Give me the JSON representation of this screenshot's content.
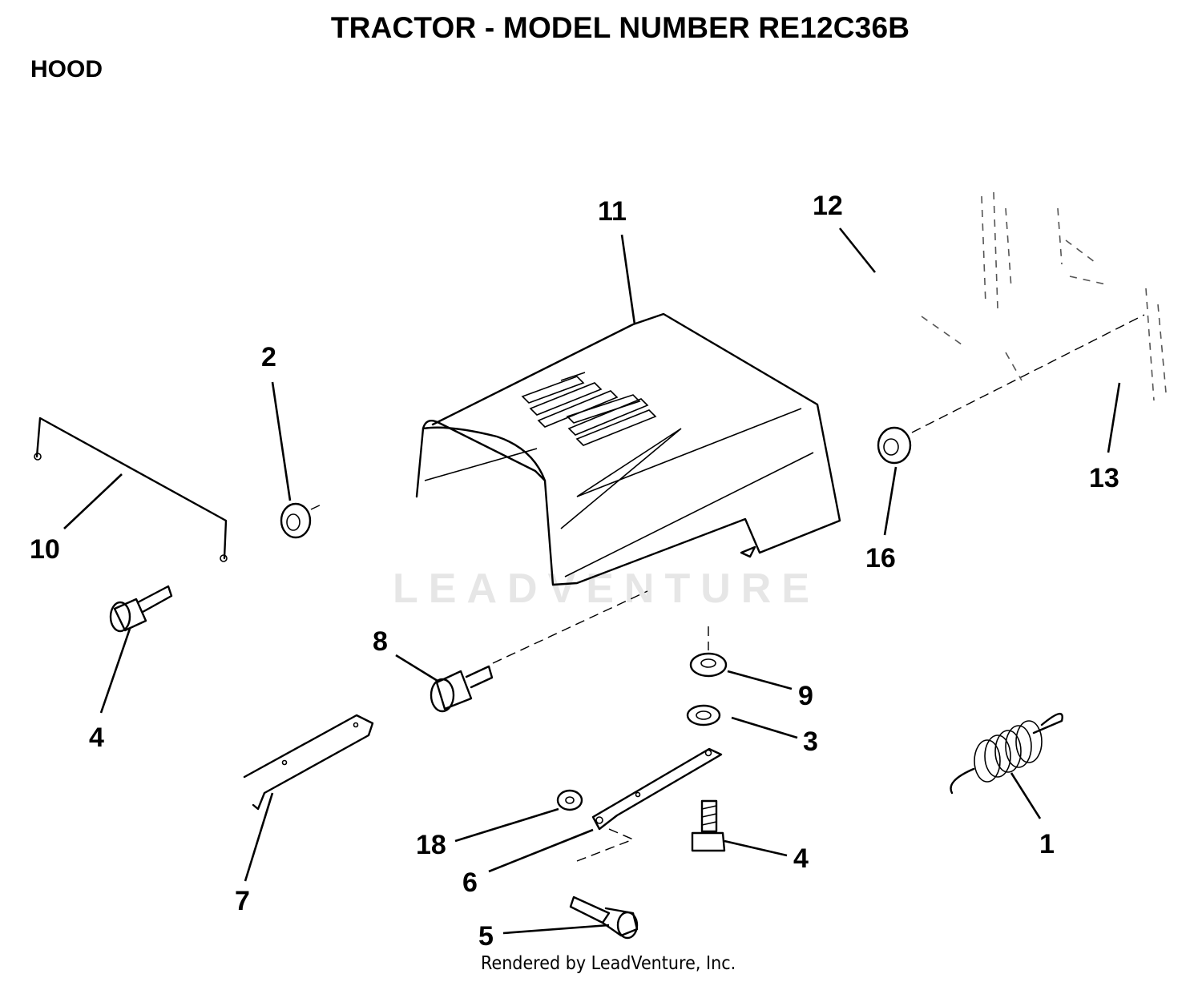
{
  "diagram": {
    "title": "TRACTOR  - MODEL NUMBER RE12C36B",
    "section": "HOOD",
    "watermark": "LEADVENTURE",
    "footer": "Rendered by LeadVenture, Inc.",
    "callouts": [
      "11",
      "12",
      "2",
      "10",
      "16",
      "13",
      "4",
      "8",
      "9",
      "3",
      "7",
      "18",
      "6",
      "4",
      "1",
      "5"
    ]
  }
}
